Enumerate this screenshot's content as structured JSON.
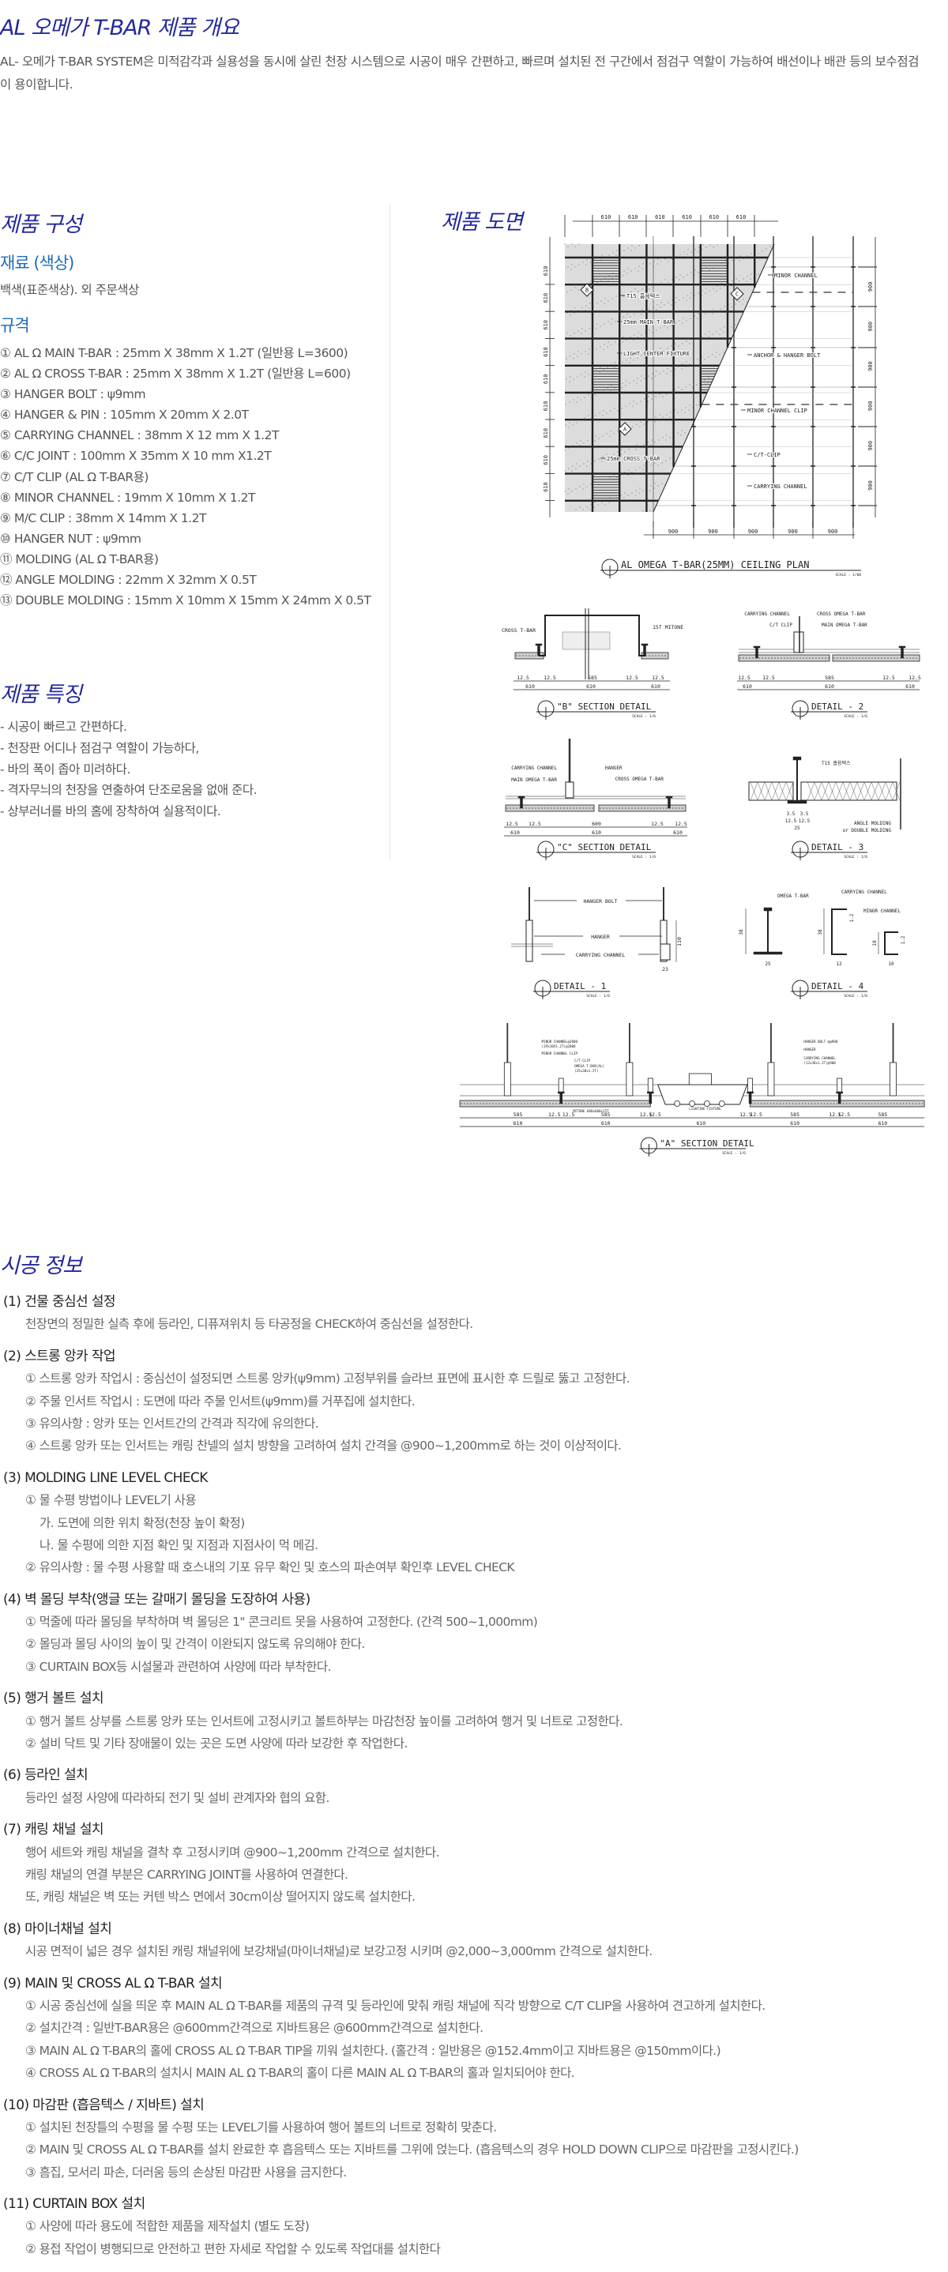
{
  "overview": {
    "title": "AL 오메가 T-BAR 제품 개요",
    "text": "AL- 오메가 T-BAR SYSTEM은 미적감각과 실용성을 동시에 살린 천장 시스템으로 시공이 매우 간편하고, 빠르며 설치된 전 구간에서 점검구 역할이 가능하여 배선이나 배관 등의 보수점검이 용이합니다."
  },
  "composition": {
    "title": "제품 구성",
    "material_title": "재료 (색상)",
    "material_text": "백색(표준색상). 외 주문색상",
    "spec_title": "규격",
    "specs": [
      "① AL Ω MAIN T-BAR : 25mm X 38mm X 1.2T (일반용 L=3600)",
      "② AL Ω CROSS T-BAR : 25mm X 38mm X 1.2T (일반용 L=600)",
      "③ HANGER BOLT : ψ9mm",
      "④ HANGER & PIN : 105mm X 20mm X 2.0T",
      "⑤ CARRYING CHANNEL : 38mm X 12 mm X 1.2T",
      "⑥ C/C JOINT : 100mm X 35mm X 10 mm X1.2T",
      "⑦ C/T CLIP (AL Ω T-BAR용)",
      "⑧ MINOR CHANNEL : 19mm X 10mm X 1.2T",
      "⑨ M/C CLIP : 38mm X 14mm X 1.2T",
      "⑩ HANGER NUT : ψ9mm",
      "⑪ MOLDING (AL Ω T-BAR용)",
      "⑫ ANGLE MOLDING : 22mm X 32mm X 0.5T",
      "⑬ DOUBLE MOLDING : 15mm X 10mm X 15mm X 24mm X 0.5T"
    ]
  },
  "features": {
    "title": "제품 특징",
    "items": [
      "- 시공이 빠르고 간편하다.",
      "- 천장판 어디나 점검구 역할이 가능하다,",
      "- 바의 폭이 좁아 미려하다.",
      "- 격자무늬의 천장을 연출하여 단조로움을 없애 준다.",
      "- 상부러너를 바의 홈에 장착하여 실용적이다."
    ]
  },
  "drawing": {
    "title": "제품 도면",
    "plan": {
      "top_dims": [
        "610",
        "610",
        "610",
        "610",
        "610",
        "610"
      ],
      "left_dims": [
        "610",
        "610",
        "610",
        "610",
        "610",
        "610",
        "610",
        "610",
        "610"
      ],
      "right_dims": [
        "900",
        "900",
        "900",
        "900",
        "900",
        "900"
      ],
      "bottom_dims": [
        "900",
        "900",
        "900",
        "900",
        "900"
      ],
      "callouts": [
        "MINOR CHANNEL",
        "T15 흡음텍스",
        "25mm MAIN T-BAR",
        "LIGHT CENTER FIXTURE",
        "ANCHOR & HANGER BOLT",
        "MINOR CHANNEL CLIP",
        "C/T-CLIP",
        "25mm CROSS T-BAR",
        "CARRYING CHANNEL"
      ],
      "markers": [
        "B",
        "C",
        "A"
      ],
      "title": "AL OMEGA T-BAR(25MM) CEILING PLAN",
      "scale": "SCALE : 1/60"
    },
    "b_section": {
      "labels": [
        "CROSS T-BAR",
        "15T MITONE"
      ],
      "dims1": [
        "12.5",
        "12.5",
        "585",
        "12.5",
        "12.5"
      ],
      "dims2": [
        "610",
        "610",
        "610"
      ],
      "title": "\"B\" SECTION DETAIL",
      "scale": "SCALE : 1/6"
    },
    "detail2": {
      "labels": [
        "CARRYING CHANNEL",
        "C/T CLIP",
        "CROSS OMEGA T-BAR",
        "MAIN OMEGA T-BAR"
      ],
      "dims1": [
        "12.5",
        "12.5",
        "585",
        "12.5",
        "12.5"
      ],
      "dims2": [
        "610",
        "610",
        "610"
      ],
      "title": "DETAIL - 2",
      "scale": "SCALE : 1/6"
    },
    "c_section": {
      "labels": [
        "CARRYING CHANNEL",
        "HANGER",
        "MAIN OMEGA T-BAR",
        "CROSS OMEGA T-BAR"
      ],
      "dims1": [
        "12.5",
        "12.5",
        "600",
        "12.5",
        "12.5"
      ],
      "dims2": [
        "610",
        "610",
        "610"
      ],
      "title": "\"C\" SECTION DETAIL",
      "scale": "SCALE : 1/6"
    },
    "detail3": {
      "labels": [
        "T15 흡음텍스",
        "ANGLE MOLDING",
        "or DOUBLE MOLDING"
      ],
      "dims": [
        "3.5",
        "3.5",
        "12.5",
        "12.5",
        "25"
      ],
      "title": "DETAIL - 3",
      "scale": "SCALE : 1/6"
    },
    "detail1": {
      "labels": [
        "HANGER BOLT",
        "HANGER",
        "CARRYING CHANNEL"
      ],
      "dims": [
        "110",
        "23"
      ],
      "title": "DETAIL - 1",
      "scale": "SCALE : 1/6"
    },
    "detail4": {
      "labels": [
        "OMEGA T-BAR",
        "CARRYING CHANNEL",
        "MINOR CHANNEL"
      ],
      "dims": [
        "38",
        "25",
        "38",
        "12",
        "1.2",
        "19",
        "10",
        "1.2"
      ],
      "title": "DETAIL - 4",
      "scale": "SCALE : 1/6"
    },
    "a_section": {
      "labels": [
        "MINOR CHANNEL@2000",
        "(19x10X1.2T)@2000",
        "MINOR CHANNEL CLIP",
        "C/T-CLIP",
        "OMEGA T-BAR(AL)",
        "(25x38x1.2T)",
        "MITONE 600x600x15T",
        "LIGHTING FIXTURE",
        "HANGER BOLT @@900",
        "HANGER",
        "CARRYING CHANNEL",
        "(12x38x1.2T)@900"
      ],
      "dims1": [
        "585",
        "12.5",
        "12.5",
        "585",
        "12.5",
        "12.5",
        "12.5",
        "12.5",
        "585",
        "12.5",
        "12.5",
        "585"
      ],
      "dims2": [
        "610",
        "610",
        "610",
        "610",
        "610"
      ],
      "title": "\"A\" SECTION DETAIL",
      "scale": "SCALE : 1/6"
    }
  },
  "install": {
    "title": "시공 정보",
    "sections": [
      {
        "heading": "(1) 건물 중심선 설정",
        "lines": [
          "천장면의 정밀한 실측 후에 등라인, 디퓨져위치 등 타공정을 CHECK하여 중심선을 설정한다."
        ]
      },
      {
        "heading": "(2) 스트롱 앙카 작업",
        "lines": [
          "① 스트롱 앙카 작업시 : 중심선이 설정되면 스트롱 앙카(ψ9mm)  고정부위를 슬라브 표면에 표시한 후 드릴로 뚫고 고정한다.",
          "② 주물 인서트 작업시 : 도면에 따라 주물 인서트(ψ9mm)를 거푸집에 설치한다.",
          "③ 유의사항 : 앙카 또는 인서트간의 간격과 직각에 유의한다.",
          "④ 스트롱 앙카 또는 인서트는 캐링 찬넬의 설치 방향을 고려하여 설치 간격을 @900~1,200mm로 하는 것이 이상적이다."
        ]
      },
      {
        "heading": "(3) MOLDING LINE LEVEL CHECK",
        "lines": [
          "① 물 수평 방법이나 LEVEL기 사용",
          "가. 도면에 의한 위치 확정(천장 높이 확정)",
          "나. 물 수평에 의한 지점 확인 및 지점과 지점사이 먹 메김.",
          "② 유의사항 : 물 수평 사용할 때 호스내의 기포 유무 확인 및 호스의 파손여부 확인후 LEVEL CHECK"
        ]
      },
      {
        "heading": "(4) 벽 몰딩 부착(앵글 또는 갈매기 몰딩을 도장하여 사용)",
        "lines": [
          "① 먹줄에 따라 몰딩을 부착하며 벽 몰딩은 1\" 콘크리트 못을 사용하여 고정한다. (간격 500~1,000mm)",
          "② 몰딩과 몰딩 사이의 높이 및 간격이 이완되지 않도록 유의해야 한다.",
          "③ CURTAIN BOX등 시설물과 관련하여 사양에 따라 부착한다."
        ]
      },
      {
        "heading": "(5) 행거 볼트 설치",
        "lines": [
          "① 행거 볼트 상부를 스트롱 앙카 또는 인서트에 고정시키고 볼트하부는 마감천장 높이를 고려하여 행거 및 너트로 고정한다.",
          "② 설비 닥트 및 기타 장애물이 있는 곳은 도면 사양에 따라 보강한 후 작업한다."
        ]
      },
      {
        "heading": "(6) 등라인 설치",
        "lines": [
          "등라인 설정 사양에 따라하되 전기 및 설비 관계자와 협의 요함."
        ]
      },
      {
        "heading": "(7) 캐링 채널 설치",
        "lines": [
          "행어 세트와 캐링 채널을 결착 후 고정시키며 @900~1,200mm 간격으로 설치한다.",
          "캐링 채널의 연결 부분은 CARRYING JOINT를 사용하여 연결한다.",
          "또, 캐링 채널은 벽 또는 커텐 박스 면에서 30cm이상 떨어지지 않도록 설치한다."
        ]
      },
      {
        "heading": "(8) 마이너채널 설치",
        "lines": [
          "시공 면적이 넓은 경우 설치된 캐링 채널위에 보강채널(마이너채널)로 보강고정 시키며 @2,000~3,000mm 간격으로 설치한다."
        ]
      },
      {
        "heading": "(9) MAIN 및 CROSS AL Ω T-BAR 설치",
        "lines": [
          "① 시공 중심선에 실을 띄운 후 MAIN AL Ω T-BAR를 제품의 규격 및 등라인에 맞춰 캐링 채널에 직각 방향으로 C/T CLIP을 사용하여 견고하게 설치한다.",
          "② 설치간격 : 일반T-BAR용은 @600mm간격으로 지바트용은 @600mm간격으로 설치한다.",
          "③ MAIN AL Ω T-BAR의 홀에 CROSS AL Ω T-BAR TIP을 끼워 설치한다. (홀간격 : 일반용은 @152.4mm이고 지바트용은 @150mm이다.)",
          "④ CROSS AL Ω T-BAR의 설치시 MAIN AL Ω T-BAR의 홀이 다른 MAIN AL Ω T-BAR의 홀과 일치되어야 한다."
        ]
      },
      {
        "heading": "(10) 마감판 (흡음텍스 / 지바트) 설치",
        "lines": [
          "① 설치된 천장틀의 수평을 물 수평 또는 LEVEL기를 사용하여 행어 볼트의 너트로 정확히 맞춘다.",
          "② MAIN 및 CROSS AL Ω T-BAR를 설치 완료한 후 흡음텍스 또는 지바트를 그위에 얹는다. (흡음텍스의 경우 HOLD DOWN CLIP으로 마감판을 고정시킨다.)",
          "③ 흠집, 모서리 파손, 더러움 등의 손상된 마감판 사용을 금지한다."
        ]
      },
      {
        "heading": "(11) CURTAIN BOX 설치",
        "lines": [
          "① 사양에 따라 용도에 적합한 제품을 제작설치 (별도 도장)",
          "② 용접 작업이 병행되므로 안전하고 편한 자세로 작업할 수 있도록 작업대를 설치한다"
        ]
      }
    ]
  },
  "colors": {
    "title_navy": "#24299b",
    "sub_blue": "#1f6dbb",
    "body_gray": "#555555"
  }
}
